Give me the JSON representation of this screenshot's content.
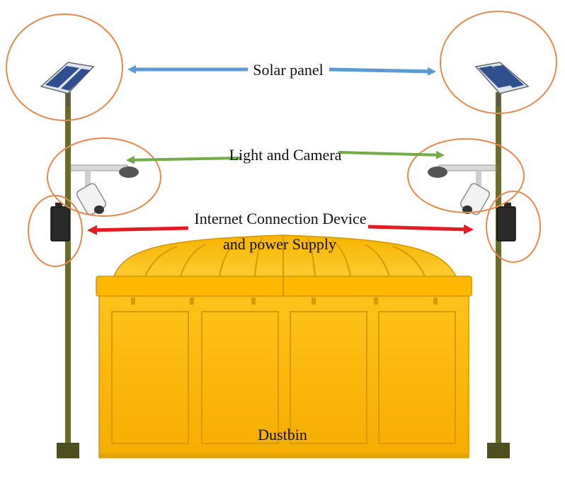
{
  "labels": {
    "solar_panel": "Solar panel",
    "light_camera": "Light and Camera",
    "internet_line1": "Internet Connection Device",
    "internet_line2": "and power Supply",
    "dustbin": "Dustbin"
  },
  "colors": {
    "circle_outline": "#e8894a",
    "arrow_solar": "#5b9bd5",
    "arrow_light": "#70ad47",
    "arrow_internet": "#e31b23",
    "pole": "#6b6b2a",
    "bin_body": "#f7b500",
    "bin_lid": "#fbc21d",
    "bin_shadow": "#d99a00",
    "solar_cell": "#2f4f8f"
  }
}
